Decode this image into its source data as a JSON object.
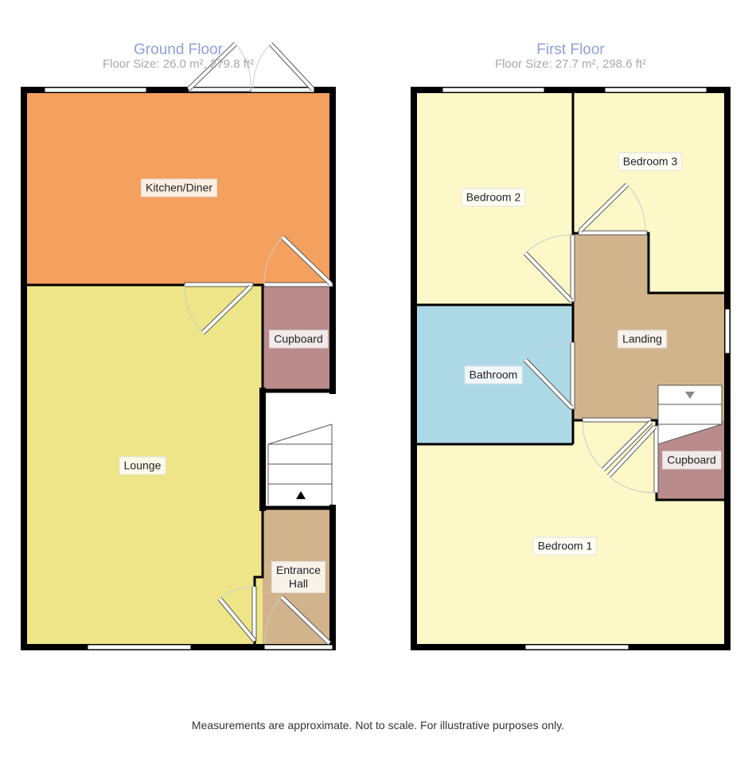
{
  "ground_floor": {
    "title": "Ground Floor",
    "size": "Floor Size: 26.0 m², 279.8 ft²",
    "rooms": {
      "kitchen": "Kitchen/Diner",
      "cupboard": "Cupboard",
      "lounge": "Lounge",
      "entrance_line1": "Entrance",
      "entrance_line2": "Hall"
    },
    "colors": {
      "kitchen": "#f4a05e",
      "lounge": "#ede587",
      "cupboard": "#b98b8b",
      "entrance": "#d2b48c"
    }
  },
  "first_floor": {
    "title": "First Floor",
    "size": "Floor Size: 27.7 m², 298.6 ft²",
    "rooms": {
      "bedroom1": "Bedroom 1",
      "bedroom2": "Bedroom 2",
      "bedroom3": "Bedroom 3",
      "bathroom": "Bathroom",
      "landing": "Landing",
      "cupboard": "Cupboard"
    },
    "colors": {
      "bedroom": "#fcf8c8",
      "bathroom": "#add8e6",
      "landing": "#d2b48c",
      "cupboard": "#b98b8b"
    }
  },
  "footer": {
    "disclaimer": "Measurements are approximate. Not to scale. For illustrative purposes only."
  }
}
